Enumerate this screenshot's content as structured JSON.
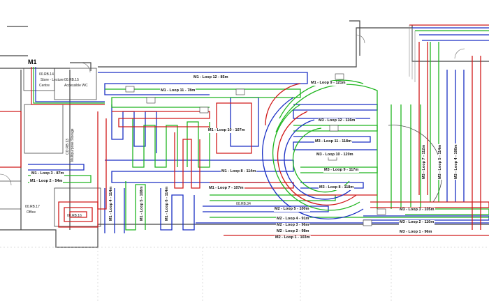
{
  "drawing": {
    "manifold": "M1",
    "loop_colors": {
      "red": "#d11a1a",
      "green": "#1fb51f",
      "blue": "#1a2fc4"
    },
    "loops": [
      {
        "id": "m1l12",
        "text": "M1 - Loop 12 - 85m"
      },
      {
        "id": "m1l11",
        "text": "M1 - Loop 11 - 78m"
      },
      {
        "id": "m1l10",
        "text": "M1 - Loop 10 - 107m"
      },
      {
        "id": "m1l9",
        "text": "M1 - Loop 9 - 121m"
      },
      {
        "id": "m3l12",
        "text": "M3 - Loop 12 - 116m"
      },
      {
        "id": "m3l11",
        "text": "M3 - Loop 11 - 118m"
      },
      {
        "id": "m3l10",
        "text": "M3 - Loop 10 - 120m"
      },
      {
        "id": "m3l9",
        "text": "M3 - Loop 9 - 117m"
      },
      {
        "id": "m3l8",
        "text": "M3 - Loop 8 - 118m"
      },
      {
        "id": "m1l8",
        "text": "M1 - Loop 8 - 114m"
      },
      {
        "id": "m1l7",
        "text": "M1 - Loop 7 - 107m"
      },
      {
        "id": "m1l3",
        "text": "M1 - Loop 3 - 87m"
      },
      {
        "id": "m1l2",
        "text": "M1 - Loop 2 - 54m"
      },
      {
        "id": "m1l4",
        "text": "M1 - Loop 4 - 114m"
      },
      {
        "id": "m1l5",
        "text": "M1 - Loop 5 - 108m"
      },
      {
        "id": "m1l6",
        "text": "M1 - Loop 6 - 114m"
      },
      {
        "id": "m2l5",
        "text": "M2 - Loop 5 - 100m"
      },
      {
        "id": "m2l4",
        "text": "M2 - Loop 4 - 91m"
      },
      {
        "id": "m2l3",
        "text": "M2 - Loop 3 - 96m"
      },
      {
        "id": "m2l2",
        "text": "M2 - Loop 2 - 98m"
      },
      {
        "id": "m2l1",
        "text": "M2 - Loop 1 - 103m"
      },
      {
        "id": "m3l3",
        "text": "M3 - Loop 3 - 105m"
      },
      {
        "id": "m3l2",
        "text": "M3 - Loop 2 - 110m"
      },
      {
        "id": "m3l1",
        "text": "M3 - Loop 1 - 96m"
      },
      {
        "id": "m3l7",
        "text": "M3 - Loop 7 - 112m"
      },
      {
        "id": "m3l5",
        "text": "M3 - Loop 5 - 114m"
      },
      {
        "id": "m3l4",
        "text": "M3 - Loop 4 - 106m"
      }
    ],
    "rooms": {
      "r14": "00.RB.14",
      "store": "Store - Lecture",
      "centre": "Centre",
      "r15": "00.RB.15",
      "acc_wc": "Accessible WC",
      "r17": "00.RB.17",
      "office": "Office",
      "costore": "CO.RB.13",
      "multi": "Multipurpose Storage",
      "r34": "00.RB.34",
      "r16": "00.RB.16"
    }
  }
}
